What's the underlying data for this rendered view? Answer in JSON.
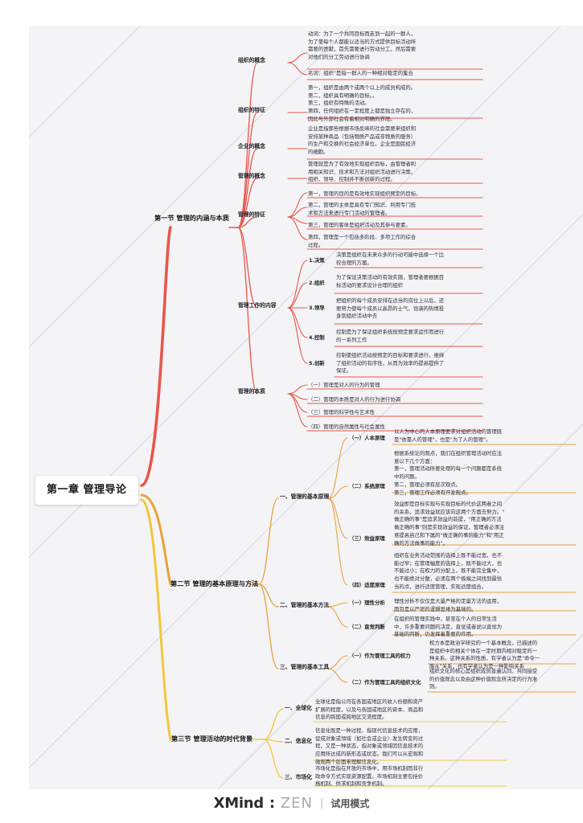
{
  "app": {
    "brand_main": "XMind",
    "brand_colon": ":",
    "brand_sub": "ZEN",
    "brand_divider": "|",
    "brand_mode": "试用模式"
  },
  "root": {
    "label": "第一章 管理导论"
  },
  "colors": {
    "section1": "#e8564a",
    "section2": "#e8a23a",
    "section3": "#f2c63c",
    "canvas": "#f4f4f7",
    "root_bg": "#ffffff",
    "text": "#2b2b3a"
  },
  "sections": [
    {
      "id": "s1",
      "label": "第一节 管理的内涵与本质",
      "color": "#e8564a",
      "children": [
        {
          "label": "组织的概念",
          "leaves": [
            "动词：为了一个共同目标而走到一起的一群人，\n为了使每个人都能以适当的方式提供目标活动所\n需要的贡献，首先需要进行劳动分工，然后需要\n对他们的分工劳动进行协调",
            "名词：组织\"是指一群人的一种相对稳定的集合"
          ]
        },
        {
          "label": "组织的特征",
          "leaves": [
            "第一，组织是由两个或两个以上的成员构成的。\n第二，组织具有明确的目标。。\n第三，组织有特殊的活动。\n第四，任何组织在一定程度上都是独立存在的，\n因此与外部社会有着相对明确的界限。"
          ]
        },
        {
          "label": "企业的概念",
          "leaves": [
            "企业是指那些根据市场反映的社会需要来组织和\n安排某种商品（包括物质产品或非物质的服务）\n的生产和交换的社会经济单位。企业是国民经济\n的细胞。"
          ]
        },
        {
          "label": "管理的概念",
          "leaves": [
            "管理就是为了有效地实现组织目标，由管理者利\n用相关知识、技术和方法对组织活动进行决策、\n组织、领导、控制并不断创新的过程。"
          ]
        },
        {
          "label": "管理的特征",
          "leaves": [
            "第一，管理的目的是有效地实现组织预定的目标。",
            "第二，管理的主体是具有专门知识、利用专门技\n术和方法来进行专门活动的管理者。",
            "第三，管理的客体是组织活动及其参与要素。",
            "第四，管理是一个包括多阶段、多项工作的综合\n过程。"
          ]
        },
        {
          "label": "管理工作的内容",
          "subs": [
            {
              "label": "1.决策",
              "text": "决策是组织在未来众多的行动可能中选择一个比\n较合理的方案。"
            },
            {
              "label": "2.组织",
              "text": "为了保证决策活动的有效实施，管理者要根据目\n标活动的要求设计合理的组织"
            },
            {
              "label": "3.领导",
              "text": "把组织的每个成员安排在适当的岗位上以后，还\n要努力使每个成员以高昂的士气、饱满的热情投\n身到组织活动中去"
            },
            {
              "label": "4.控制",
              "text": "控制是为了保证组织系统按预定要求运作而进行\n的一系列工作"
            },
            {
              "label": "5.创新",
              "text": "控制使组织活动按预定的目标和要求进行，维持\n了组织活动的有序性，从而为效率的提高提供了\n保证。"
            }
          ]
        },
        {
          "label": "管理的本质",
          "leaves": [
            "（一）管理是对人的行为的管理",
            "（二）管理的本质是对人的行为进行协调",
            "（三）管理的科学性与艺术性",
            "（四）管理的自然属性与社会属性"
          ]
        }
      ]
    },
    {
      "id": "s2",
      "label": "第二节 管理的基本原理与方法",
      "color": "#e8a23a",
      "children": [
        {
          "label": "一、管理的基本原理",
          "subs": [
            {
              "label": "（一）人本原理",
              "text": "以人为中心的人本原理要求对组织活动的管理既\n是\"依靠人的管理\"，也是\"为了人的管理\"。"
            },
            {
              "label": "（二）系统原理",
              "text": "根据系统论的观点，我们在组织管理活动时应注\n意以下几个方面：\n第一，管理活动所要处理的每一个问题都是系统\n中的问题。\n第二，管理必须有层次观点。\n第三，管理工作必须有开发观点。"
            },
            {
              "label": "（三）效益原理",
              "text": "效益即是目标实现与实现目标的代价这两者之间\n的关系，追求效益就应该向这两个方面去努力。\"\n做正确的事\"是追求效益的前提，\"用正确的方法\n做正确的事\"则是实现效益的保证，管理者必须注\n意提高自己和下属的\"做正确的事的能力\"和\"用正\n确的方法做事的能力\"。"
            },
            {
              "label": "（四）适度原理",
              "text": "组织在业务活动范围的选择上既不能过宽，也不\n能过窄；在管理幅度的选择上，既不能过大，也\n不能过小；在权力的分配上，既不能完全集中，\n也不能绝对分散，必须在两个极端之间找到最恰\n当的点，进行适度管理，实现适度组合。"
            }
          ]
        },
        {
          "label": "二、管理的基本方法",
          "subs": [
            {
              "label": "（一）理性分析",
              "text": "理性分析不仅仅是大量严格的定量方法的运用，\n而且是以严密的逻辑思维为基础的。"
            },
            {
              "label": "（二）直觉判断",
              "text": "在组织的管理实践中，甚至在个人的日常生活\n中，许多重要问题的决定，直觉或者说以直觉为\n基础的判断，仍发挥着重要的作用。"
            }
          ]
        },
        {
          "label": "三、管理的基本工具",
          "subs": [
            {
              "label": "（一）作为管理工具的权力",
              "text": "权力本是政治学研究的一个基本概念，已描述的\n是组织中的相关个体在一定时期内相对稳定的一\n种关系。这种关系的性质，有学者认为是\"命令一\n服从\"关系，也有学者认为是一种影响关系"
            },
            {
              "label": "（二）作为管理工具的组织文化",
              "text": "组织文化的核心是组织成员普遍认同、共同接受\n的价值观念以及由这种价值观念所决定的行为准\n则。"
            }
          ]
        }
      ]
    },
    {
      "id": "s3",
      "label": "第三节 管理活动的时代背景",
      "color": "#f2c63c",
      "children": [
        {
          "label": "一、全球化",
          "leaves": [
            "全球化是指公司在各国或地区的收入份额和资产\n扩展的程度，以及与各国或地区的资本、商品和\n信息的跨国或跨地区交流程度。"
          ]
        },
        {
          "label": "二、信息化",
          "leaves": [
            "信息化既是一种过程，指现代信息技术的应用，\n促成对象或领域（如社会或企业）发生转变的过\n程，又是一种状态，指对象或领域因信息技术的\n应用所达成的新形态或状态。我们可以从宏观和\n微观两个层面来理解信息化。"
          ]
        },
        {
          "label": "三、市场化",
          "leaves": [
            "市场化是指在开放的市场中，用市场机制而非行\n政命令方式实现资源配置。市场机制主要包括价\n格机制、供求机制和竞争机制。"
          ]
        }
      ]
    }
  ]
}
